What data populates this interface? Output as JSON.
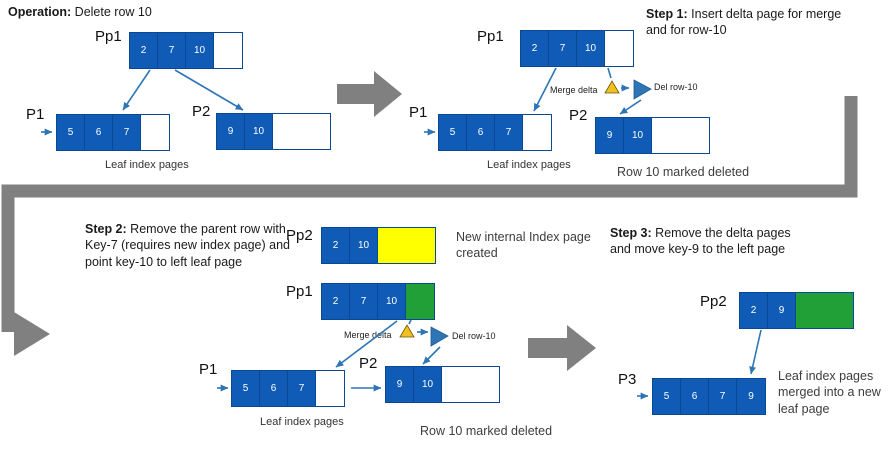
{
  "colors": {
    "page_fill_blue": "#0f5bb5",
    "page_border_blue": "#0a4794",
    "highlight_yellow": "#ffff00",
    "highlight_green": "#21a038",
    "connector_blue": "#2e75b6",
    "block_arrow_gray": "#808080",
    "merge_delta_fill": "#f0c020"
  },
  "operation": {
    "title_bold": "Operation:",
    "title_rest": " Delete row 10",
    "pp1_label": "Pp1",
    "pp1_cells": [
      "2",
      "7",
      "10",
      ""
    ],
    "p1_label": "P1",
    "p1_cells": [
      "5",
      "6",
      "7",
      ""
    ],
    "p2_label": "P2",
    "p2_cells": [
      "9",
      "10",
      ""
    ],
    "leaf_caption": "Leaf index pages"
  },
  "step1": {
    "title_bold": "Step 1:",
    "title_rest": " Insert delta page for merge and for row-10",
    "pp1_label": "Pp1",
    "pp1_cells": [
      "2",
      "7",
      "10",
      ""
    ],
    "merge_delta_label": "Merge delta",
    "del_row_label": "Del row-10",
    "p1_label": "P1",
    "p1_cells": [
      "5",
      "6",
      "7",
      ""
    ],
    "p2_label": "P2",
    "p2_cells": [
      "9",
      "10",
      ""
    ],
    "leaf_caption": "Leaf index pages",
    "deleted_caption": "Row 10 marked deleted"
  },
  "step2": {
    "title_bold": "Step 2:",
    "title_rest": " Remove the parent row with Key-7 (requires new index page) and point key-10 to left leaf page",
    "pp2_label": "Pp2",
    "pp2_cells": [
      "2",
      "10",
      ""
    ],
    "new_page_caption": "New internal Index page created",
    "pp1_label": "Pp1",
    "pp1_cells": [
      "2",
      "7",
      "10",
      ""
    ],
    "merge_delta_label": "Merge delta",
    "del_row_label": "Del row-10",
    "p1_label": "P1",
    "p1_cells": [
      "5",
      "6",
      "7",
      ""
    ],
    "p2_label": "P2",
    "p2_cells": [
      "9",
      "10",
      ""
    ],
    "leaf_caption": "Leaf index pages",
    "deleted_caption": "Row 10 marked deleted"
  },
  "step3": {
    "title_bold": "Step 3:",
    "title_rest": " Remove the delta pages and move key-9 to the left page",
    "pp2_label": "Pp2",
    "pp2_cells": [
      "2",
      "9",
      ""
    ],
    "p3_label": "P3",
    "p3_cells": [
      "5",
      "6",
      "7",
      "9"
    ],
    "merged_caption": "Leaf index pages merged into a new leaf page"
  }
}
